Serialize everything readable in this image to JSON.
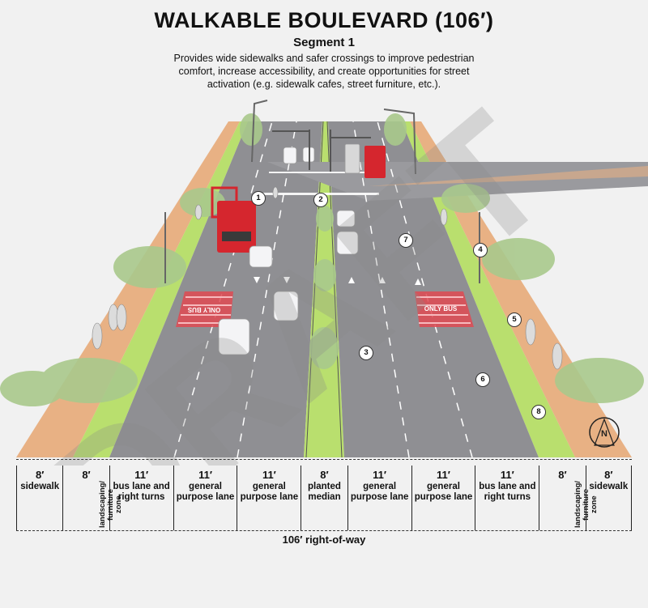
{
  "header": {
    "title": "WALKABLE BOULEVARD (106′)",
    "subtitle": "Segment 1",
    "description": "Provides wide sidewalks and safer crossings to improve pedestrian comfort, increase accessibility, and create opportunities for street activation (e.g. sidewalk cafes, street furniture, etc.)."
  },
  "watermark": "DRAFT",
  "pavement_markings": {
    "left_lane": "ONLY BUS",
    "right_lane": "ONLY BUS"
  },
  "callouts": [
    "1",
    "2",
    "3",
    "4",
    "5",
    "6",
    "7",
    "8"
  ],
  "north_arrow": "N",
  "cross_section": {
    "segments": [
      {
        "width": "8′",
        "label": "sidewalk",
        "vertical": false
      },
      {
        "width": "8′",
        "label": "landscaping/ furniture zone",
        "vertical": true
      },
      {
        "width": "11′",
        "label": "bus lane and right turns",
        "vertical": false
      },
      {
        "width": "11′",
        "label": "general purpose lane",
        "vertical": false
      },
      {
        "width": "11′",
        "label": "general purpose lane",
        "vertical": false
      },
      {
        "width": "8′",
        "label": "planted median",
        "vertical": false
      },
      {
        "width": "11′",
        "label": "general purpose lane",
        "vertical": false
      },
      {
        "width": "11′",
        "label": "general purpose lane",
        "vertical": false
      },
      {
        "width": "11′",
        "label": "bus lane and right turns",
        "vertical": false
      },
      {
        "width": "8′",
        "label": "landscaping/ furniture zone",
        "vertical": true
      },
      {
        "width": "8′",
        "label": "sidewalk",
        "vertical": false
      }
    ],
    "total_label": "106′ right-of-way"
  },
  "colors": {
    "asphalt": "#8f8f93",
    "sidewalk": "#e8b184",
    "landscape": "#b9df6e",
    "bus_lane_marking": "#e04a52",
    "bus": "#d5262e",
    "tree": "#a9c98c"
  }
}
